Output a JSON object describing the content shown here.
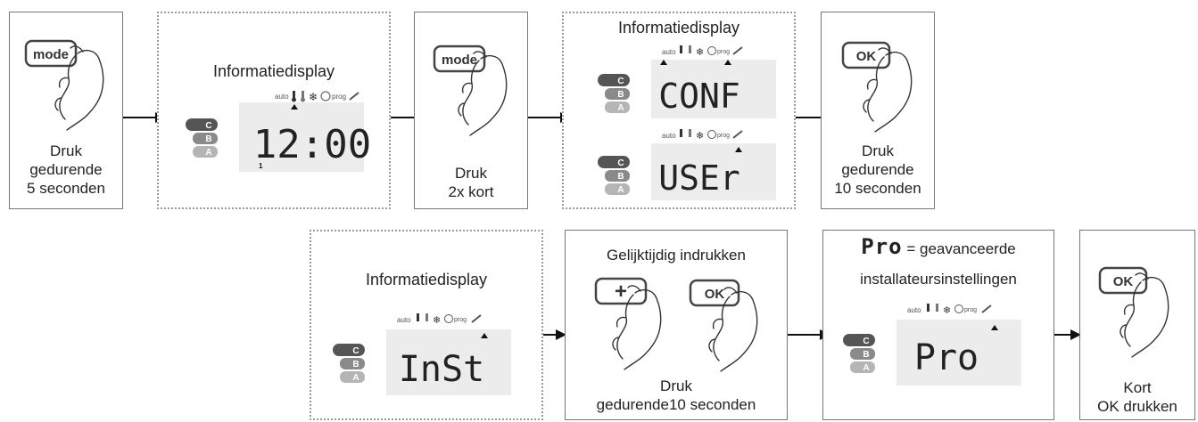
{
  "icons": {
    "auto": "auto",
    "prog": "prog",
    "thermometer": "thermometer-icon",
    "snowflake": "snowflake-icon",
    "clock": "clock-icon",
    "wrench": "wrench-icon",
    "hand": "pressing-hand-icon"
  },
  "colors": {
    "outline": "#777777",
    "lcd": "#ececec",
    "pill_dark": "#555555",
    "pill_mid": "#8a8a8a",
    "pill_light": "#b5b5b5"
  },
  "mode_buttons": [
    "C",
    "B",
    "A"
  ],
  "keys": {
    "mode": "mode",
    "ok": "OK",
    "plus": "+"
  },
  "steps": [
    {
      "lines": [
        "Druk",
        "gedurende",
        "5 seconden"
      ]
    },
    {
      "title": "Informatiedisplay",
      "display": "12:00",
      "small": "1"
    },
    {
      "lines": [
        "Druk",
        "2x kort"
      ]
    },
    {
      "title": "Informatiedisplay",
      "display_top": "CONF",
      "display_bottom": "USEr"
    },
    {
      "lines": [
        "Druk",
        "gedurende",
        "10 seconden"
      ]
    },
    {
      "title": "Informatiedisplay",
      "display": "InSt"
    },
    {
      "title": "Gelijktijdig indrukken",
      "lines": [
        "Druk",
        "gedurende10 seconden"
      ]
    },
    {
      "title_big": "Pro",
      "title_rest": "= geavanceerde",
      "title_line2": "installateursinstellingen",
      "display": "Pro"
    },
    {
      "lines": [
        "Kort",
        "OK drukken"
      ]
    }
  ]
}
